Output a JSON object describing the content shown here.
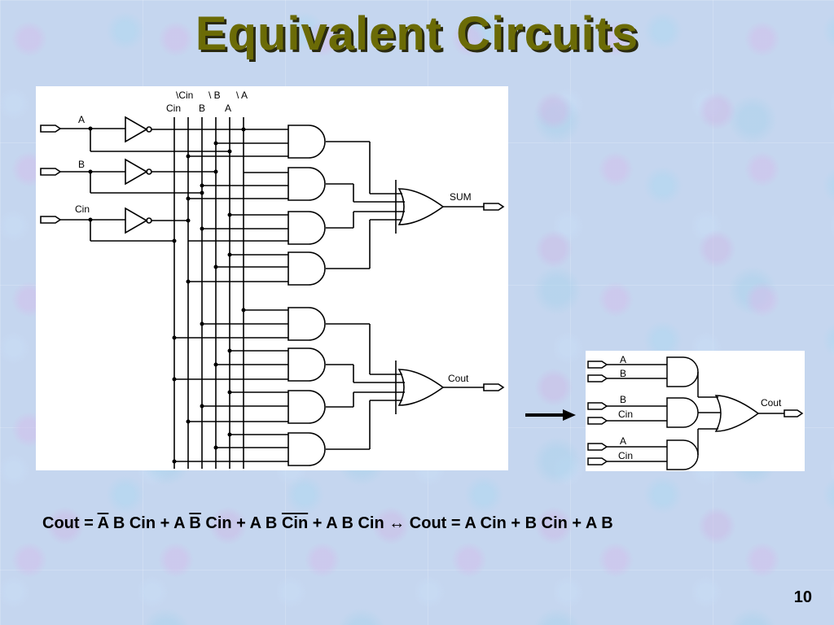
{
  "title": "Equivalent Circuits",
  "main_circuit": {
    "input_labels": [
      "A",
      "B",
      "Cin"
    ],
    "bus_labels_top": [
      "\\Cin",
      "\\ B",
      "\\ A"
    ],
    "bus_labels_bottom": [
      "Cin",
      "B",
      "A"
    ],
    "output_sum": "SUM",
    "output_cout": "Cout"
  },
  "small_circuit": {
    "labels": [
      "A",
      "B",
      "B",
      "Cin",
      "A",
      "Cin"
    ],
    "output": "Cout"
  },
  "equation": {
    "p1": "Cout = ",
    "p2": "A",
    "p3": " B Cin  +  A ",
    "p4": "B",
    "p5": " Cin  + A B ",
    "p6": "Cin",
    "p7": "  + A B Cin  ",
    "arrow": "↔",
    "p8": " Cout = A Cin  +  B Cin  +  A B"
  },
  "page_number": "10"
}
